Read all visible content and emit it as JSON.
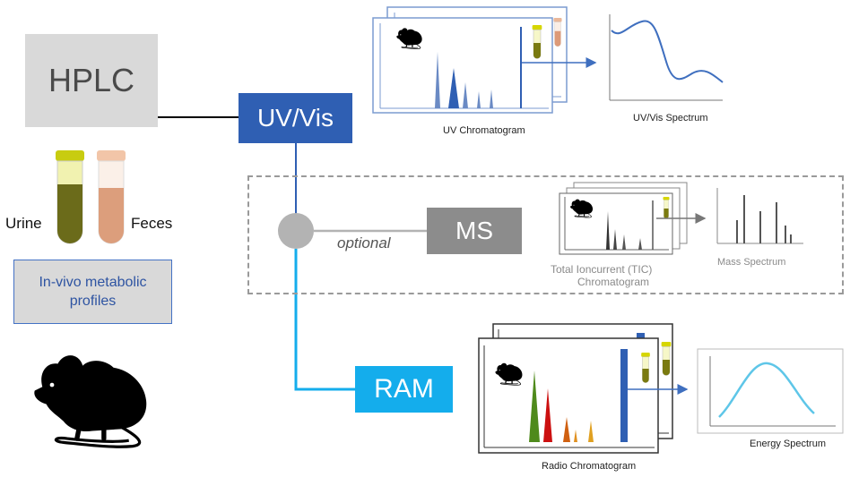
{
  "nodes": {
    "hplc": "HPLC",
    "uv_vis": "UV/Vis",
    "ms": "MS",
    "ram": "RAM",
    "optional": "optional"
  },
  "samples": {
    "urine": "Urine",
    "feces": "Feces",
    "profiles": "In-vivo metabolic profiles"
  },
  "outputs": {
    "uv_chromatogram": "UV Chromatogram",
    "uv_spectrum": "UV/Vis Spectrum",
    "tic_line1": "Total Ioncurrent (TIC)",
    "tic_line2": "Chromatogram",
    "mass_spectrum": "Mass Spectrum",
    "radio_chromatogram": "Radio Chromatogram",
    "energy_spectrum": "Energy Spectrum"
  },
  "colors": {
    "uv_blue": "#2f5fb3",
    "ram_cyan": "#14adec",
    "ms_grey": "#8c8c8c",
    "hplc_grey": "#d9d9d9"
  },
  "icons": [
    "mouse-icon",
    "test-tube-icon"
  ]
}
